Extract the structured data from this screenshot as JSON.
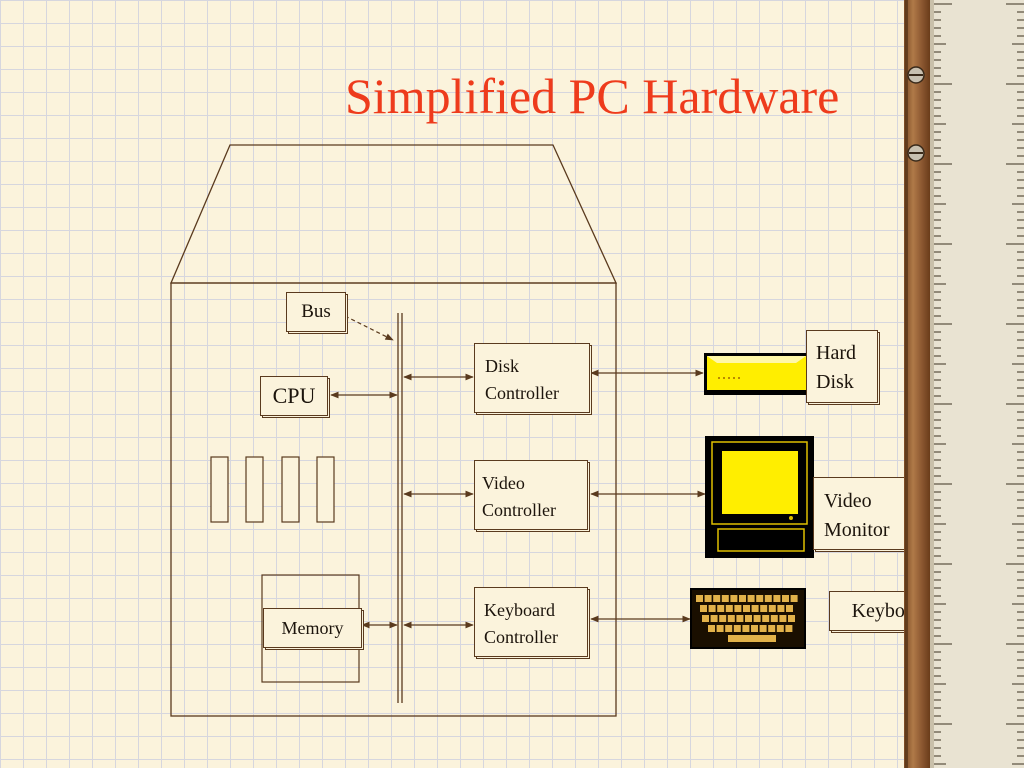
{
  "title": "Simplified PC Hardware",
  "labels": {
    "bus": "Bus",
    "cpu": "CPU",
    "memory": "Memory",
    "disk_controller": [
      "Disk",
      "Controller"
    ],
    "video_controller": [
      "Video",
      "Controller"
    ],
    "keyboard_controller": [
      "Keyboard",
      "Controller"
    ],
    "hard_disk": [
      "Hard",
      "Disk"
    ],
    "video_monitor": [
      "Video",
      "Monitor"
    ],
    "keyboard": "Keyboard"
  },
  "colors": {
    "title": "#ee3b1c",
    "line": "#5a3a1e",
    "background": "#fbf3dc",
    "device_fill": "#ffee00",
    "device_body": "#000000"
  }
}
